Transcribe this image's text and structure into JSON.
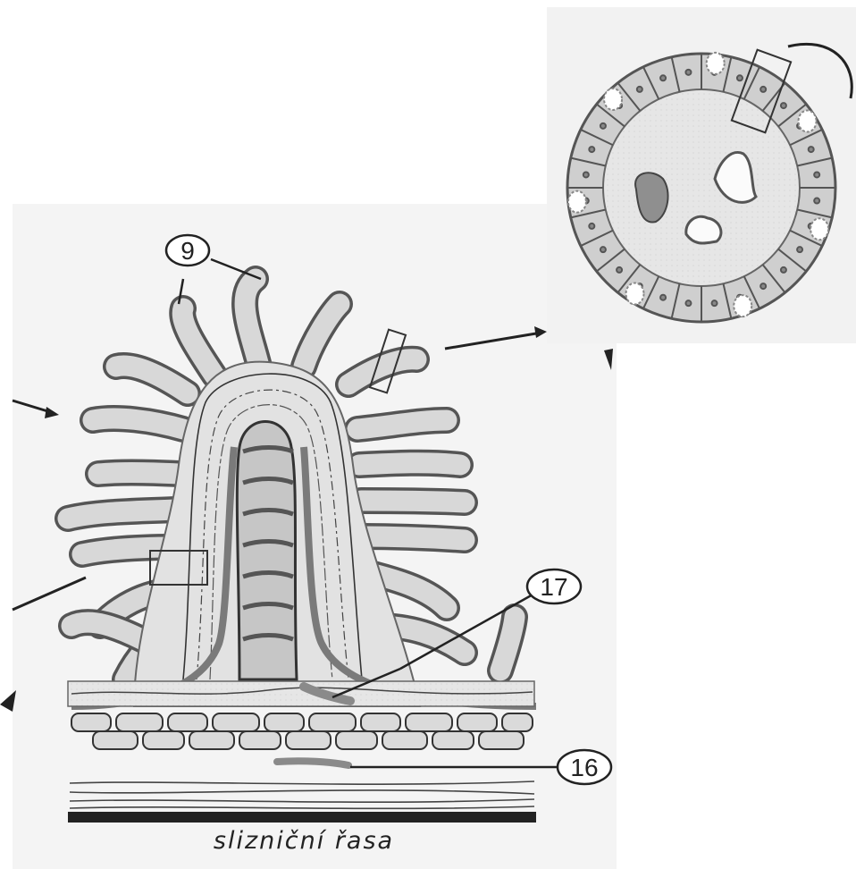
{
  "diagram": {
    "labels": {
      "villi": "9",
      "muscularis_mucosae_strand": "17",
      "submucosal_strand": "16"
    },
    "caption": "slizniční řasa"
  }
}
